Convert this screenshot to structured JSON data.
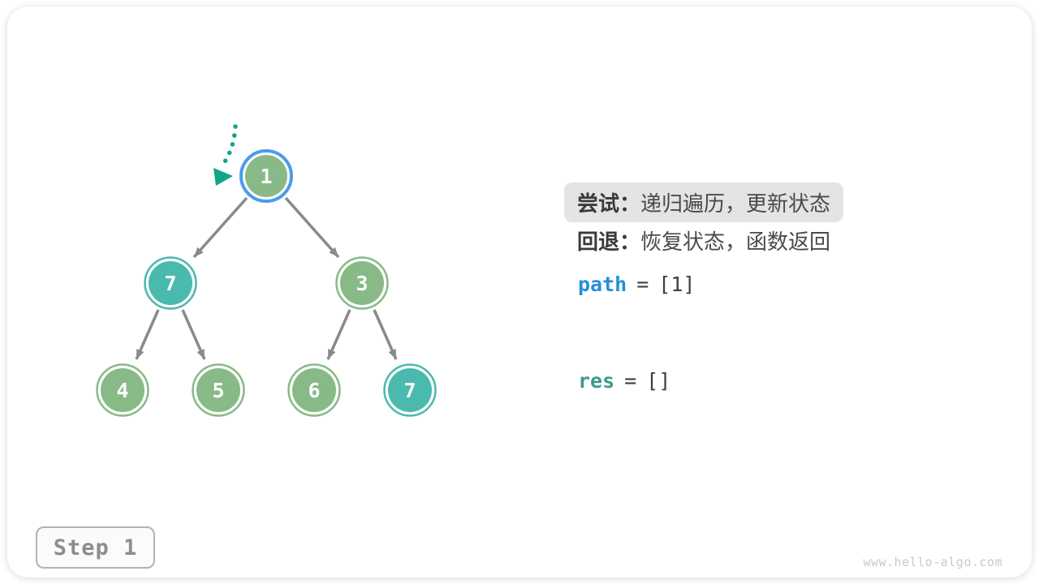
{
  "panel": {
    "try_label": "尝试：",
    "try_text": "递归遍历，更新状态",
    "back_label": "回退：",
    "back_text": "恢复状态，函数返回",
    "path_var": "path",
    "path_eq": "=",
    "path_value": "[1]",
    "res_var": "res",
    "res_eq": "=",
    "res_value": "[]"
  },
  "tree": {
    "nodes": [
      {
        "label": "1",
        "state": "active-green",
        "highlighted": true
      },
      {
        "label": "7",
        "state": "teal",
        "highlighted": false
      },
      {
        "label": "3",
        "state": "green",
        "highlighted": false
      },
      {
        "label": "4",
        "state": "green",
        "highlighted": false
      },
      {
        "label": "5",
        "state": "green",
        "highlighted": false
      },
      {
        "label": "6",
        "state": "green",
        "highlighted": false
      },
      {
        "label": "7",
        "state": "teal",
        "highlighted": false
      }
    ],
    "edges": [
      {
        "from": "1",
        "to": "7"
      },
      {
        "from": "1",
        "to": "3"
      },
      {
        "from": "7",
        "to": "4"
      },
      {
        "from": "7",
        "to": "5"
      },
      {
        "from": "3",
        "to": "6"
      },
      {
        "from": "3",
        "to": "7"
      }
    ]
  },
  "step_badge": "Step 1",
  "watermark": "www.hello-algo.com",
  "colors": {
    "node_green": "#87ba87",
    "node_teal": "#4ab9ae",
    "active_ring_blue": "#4a9de9",
    "edge_gray": "#8a8a8a",
    "recursion_arrow_teal": "#12a487",
    "code_blue": "#2290d9",
    "code_teal": "#3a9a8e",
    "highlight_bg": "#e4e4e4"
  }
}
